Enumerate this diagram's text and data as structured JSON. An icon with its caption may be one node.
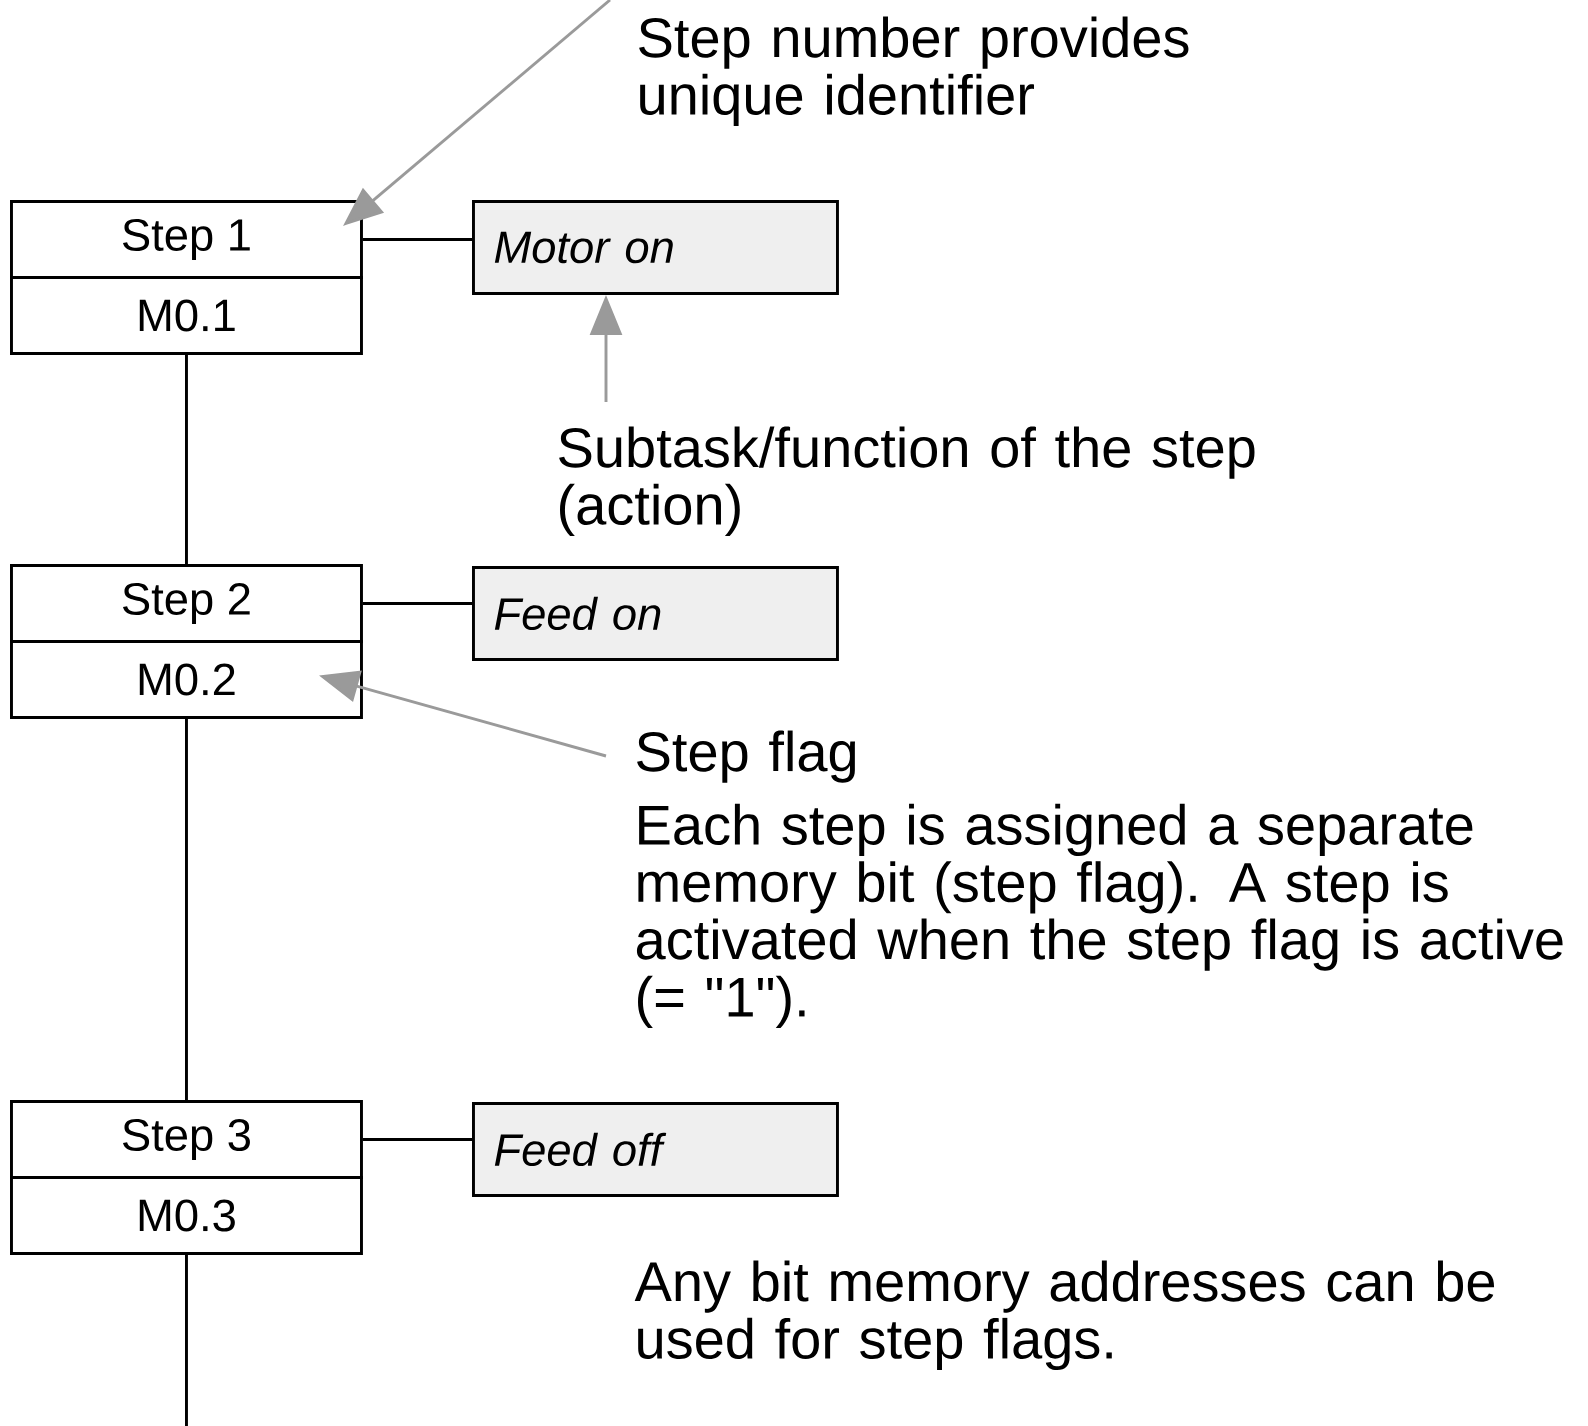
{
  "diagram": {
    "nodes": [
      {
        "text": [
          "Step 1"
        ]
      },
      {
        "text": [
          "M0.1"
        ]
      },
      {
        "text": [
          "Motor on"
        ]
      },
      {
        "text": [
          "Step number provides unique identifier"
        ]
      },
      {
        "text": [
          "Subtask/function of the step (action)"
        ]
      },
      {
        "text": [
          "Step 2"
        ]
      },
      {
        "text": [
          "M0.2"
        ]
      },
      {
        "text": [
          "Feed on"
        ]
      },
      {
        "text": [
          "Step flag",
          "Each step is assigned a separate memory bit (step flag). A step is activated when the step flag is active (= \"1\")."
        ]
      },
      {
        "text": [
          "Step 3"
        ]
      },
      {
        "text": [
          "M0.3"
        ]
      },
      {
        "text": [
          "Feed off"
        ]
      }
    ],
    "edges": [
      {
        "from": 0,
        "to": 2,
        "arrow": "none"
      },
      {
        "from": 1,
        "to": 5,
        "arrow": "none"
      },
      {
        "from": 5,
        "to": 7,
        "arrow": "none"
      },
      {
        "from": 6,
        "to": 9,
        "arrow": "none"
      },
      {
        "from": 9,
        "to": 11,
        "arrow": "none"
      },
      {
        "from": 10,
        "to": null,
        "arrow": "none"
      },
      {
        "from": 3,
        "to": 0,
        "arrow": "to",
        "color": "#9a9a9a"
      },
      {
        "from": 4,
        "to": 2,
        "arrow": "to",
        "color": "#9a9a9a"
      },
      {
        "from": 8,
        "to": 6,
        "arrow": "to",
        "color": "#9a9a9a"
      }
    ],
    "labels": [
      "Any bit memory addresses can be used for step flags."
    ]
  }
}
